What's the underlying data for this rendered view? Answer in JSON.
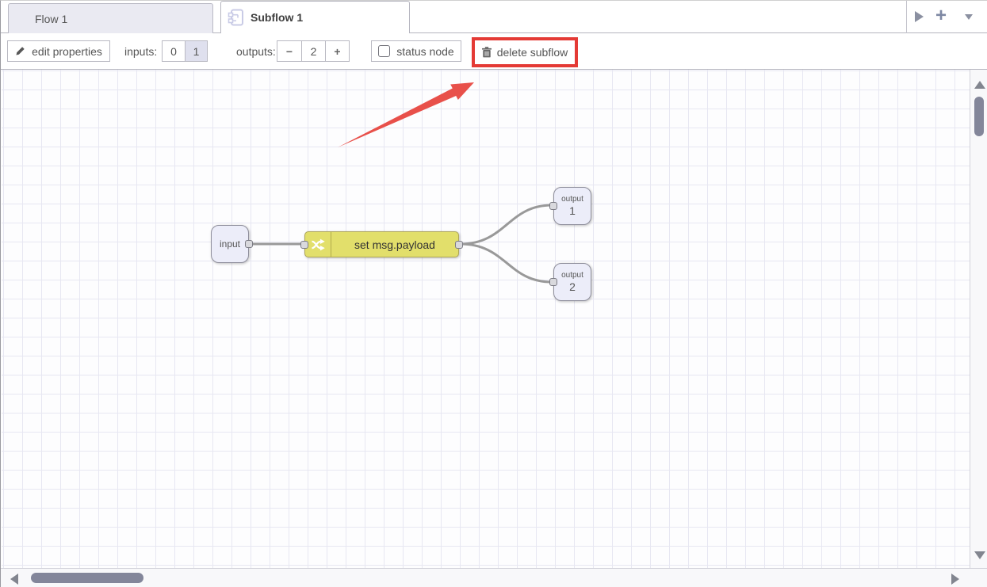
{
  "tab_bar": {
    "tabs": [
      {
        "label": "Flow 1",
        "active": false
      },
      {
        "label": "Subflow 1",
        "active": true
      }
    ],
    "add_icon": "+"
  },
  "toolbar": {
    "edit_properties_label": "edit properties",
    "inputs_label": "inputs:",
    "inputs_options": [
      "0",
      "1"
    ],
    "inputs_selected": "1",
    "outputs_label": "outputs:",
    "outputs_minus": "−",
    "outputs_value": "2",
    "outputs_plus": "+",
    "status_node_label": "status node",
    "status_node_checked": false,
    "delete_subflow_label": "delete subflow"
  },
  "canvas": {
    "nodes": [
      {
        "id": "input",
        "type": "subflow-input",
        "label": "input"
      },
      {
        "id": "change",
        "type": "change",
        "label": "set msg.payload"
      },
      {
        "id": "output1",
        "type": "subflow-output",
        "label": "output",
        "number": "1"
      },
      {
        "id": "output2",
        "type": "subflow-output",
        "label": "output",
        "number": "2"
      }
    ],
    "wires": [
      {
        "from": "input",
        "to": "change"
      },
      {
        "from": "change",
        "to": "output1"
      },
      {
        "from": "change",
        "to": "output2"
      }
    ],
    "annotations": {
      "highlight_box_target": "delete subflow",
      "arrow_points_to": "delete subflow"
    }
  },
  "colors": {
    "change_node_fill": "#e2df6b",
    "change_node_border": "#ada558",
    "port_node_fill": "#ecedf9",
    "wire": "#999999",
    "grid_line": "#e7e7f2",
    "tab_inactive_fill": "#eaeaf2",
    "selected_toggle_fill": "#dfe0ee",
    "highlight_red": "#e43a35",
    "arrow_red": "#e8504a",
    "scrollbar_thumb": "#83869a"
  }
}
